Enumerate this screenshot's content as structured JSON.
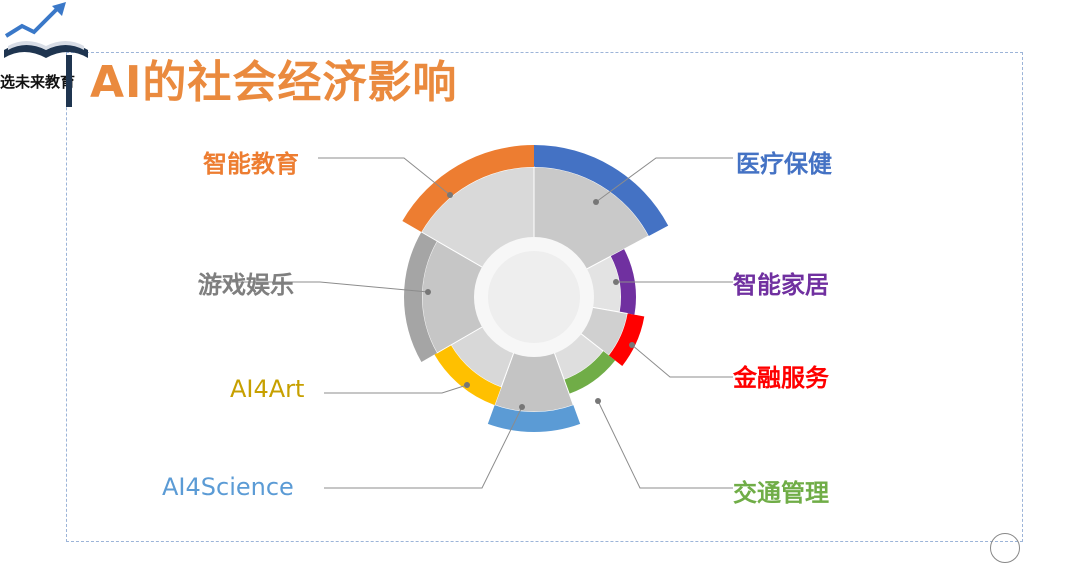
{
  "page": {
    "title": "AI的社会经济影响",
    "logo_text": "选未来教育"
  },
  "diagram": {
    "segments": [
      {
        "label": "医疗保健",
        "color": "#4472c4"
      },
      {
        "label": "智能家居",
        "color": "#7030a0"
      },
      {
        "label": "金融服务",
        "color": "#ff0000"
      },
      {
        "label": "交通管理",
        "color": "#70ad47"
      },
      {
        "label": "AI4Science",
        "color": "#5b9bd5"
      },
      {
        "label": "AI4Art",
        "color": "#c7a000"
      },
      {
        "label": "游戏娱乐",
        "color": "#808080"
      },
      {
        "label": "智能教育",
        "color": "#ed7d31"
      }
    ],
    "arc_colors": {
      "AI4Art": "#ffc000",
      "游戏娱乐": "#a5a5a5"
    }
  }
}
